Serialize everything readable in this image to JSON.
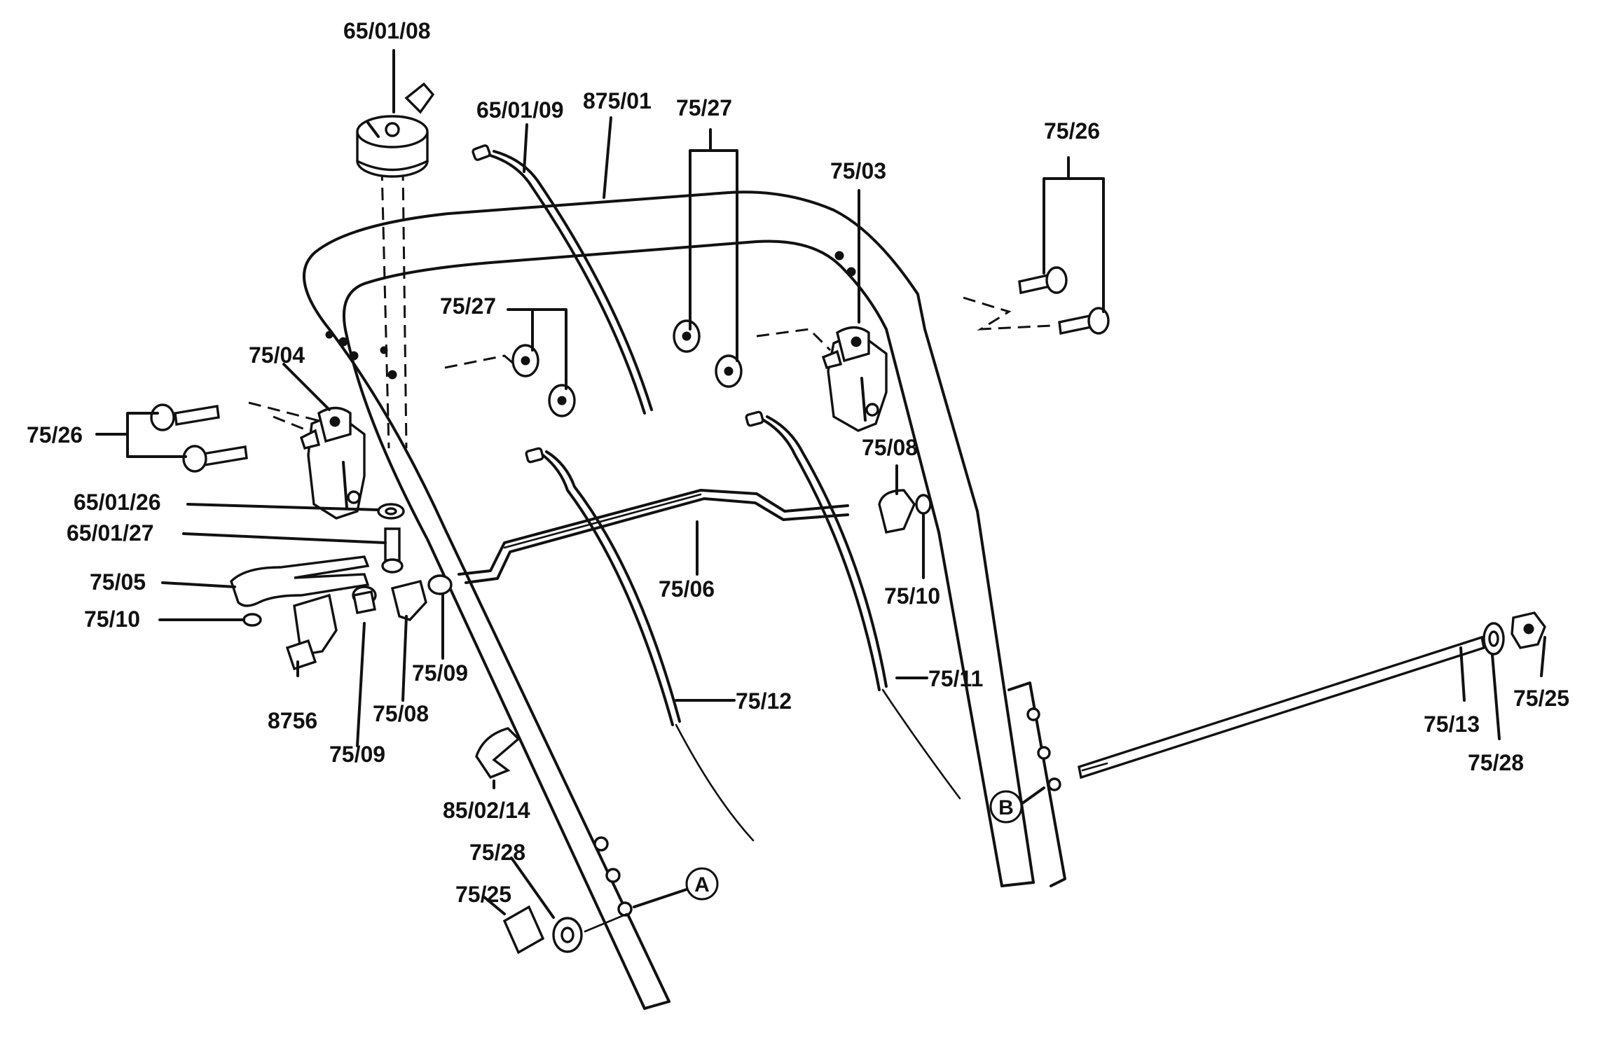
{
  "labels": {
    "p_65_01_08": "65/01/08",
    "p_65_01_09": "65/01/09",
    "p_875_01": "875/01",
    "p_75_27_top": "75/27",
    "p_75_26_top": "75/26",
    "p_75_03": "75/03",
    "p_75_27_mid": "75/27",
    "p_75_04": "75/04",
    "p_75_26_left": "75/26",
    "p_75_08_right": "75/08",
    "p_65_01_26": "65/01/26",
    "p_65_01_27": "65/01/27",
    "p_75_05": "75/05",
    "p_75_06": "75/06",
    "p_75_10_right": "75/10",
    "p_75_10_left": "75/10",
    "p_75_09_right": "75/09",
    "p_75_12": "75/12",
    "p_75_11": "75/11",
    "p_8756": "8756",
    "p_75_08_left": "75/08",
    "p_75_09_left": "75/09",
    "p_75_13": "75/13",
    "p_75_25_right": "75/25",
    "p_75_28_right": "75/28",
    "p_85_02_14": "85/02/14",
    "p_75_28_bottom": "75/28",
    "p_75_25_bottom": "75/25"
  },
  "callouts": {
    "A": "A",
    "B": "B"
  }
}
